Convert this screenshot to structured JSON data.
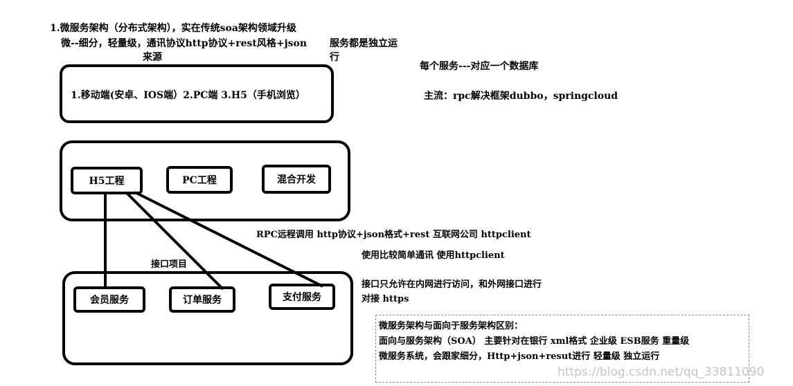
{
  "notes": {
    "title": "1.微服务架构（分布式架构），实在传统soa架构领域升级",
    "subtitle": "微--细分，轻量级，通讯协议http协议+rest风格+json",
    "source": "来源",
    "independent_line1": "服务都是独立运",
    "independent_line2": "行",
    "db_note": "每个服务---对应一个数据库",
    "mainstream": "主流：rpc解决框架dubbo，springcloud",
    "rpc_note": "RPC远程调用  http协议+json格式+rest 互联网公司 httpclient",
    "simple_note": "使用比较简单通讯  使用httpclient",
    "interface_label": "接口项目",
    "access_line1": "接口只允许在内网进行访问，和外网接口进行",
    "access_line2": "对接 https"
  },
  "clients": {
    "text": "1.移动端(安卓、IOS端）2.PC端 3.H5（手机浏览）"
  },
  "frontend": {
    "h5": "H5工程",
    "pc": "PC工程",
    "hybrid": "混合开发"
  },
  "services": {
    "member": "会员服务",
    "order": "订单服务",
    "payment": "支付服务"
  },
  "comparison": {
    "heading": "微服务架构与面向于服务架构区别：",
    "line1": "面向与服务架构（SOA） 主要针对在银行 xml格式 企业级 ESB服务 重量级",
    "line2": "微服务系统，会跟家细分，Http+json+resut进行 轻量级 独立运行"
  },
  "watermark": "https://blog.csdn.net/qq_33811090"
}
